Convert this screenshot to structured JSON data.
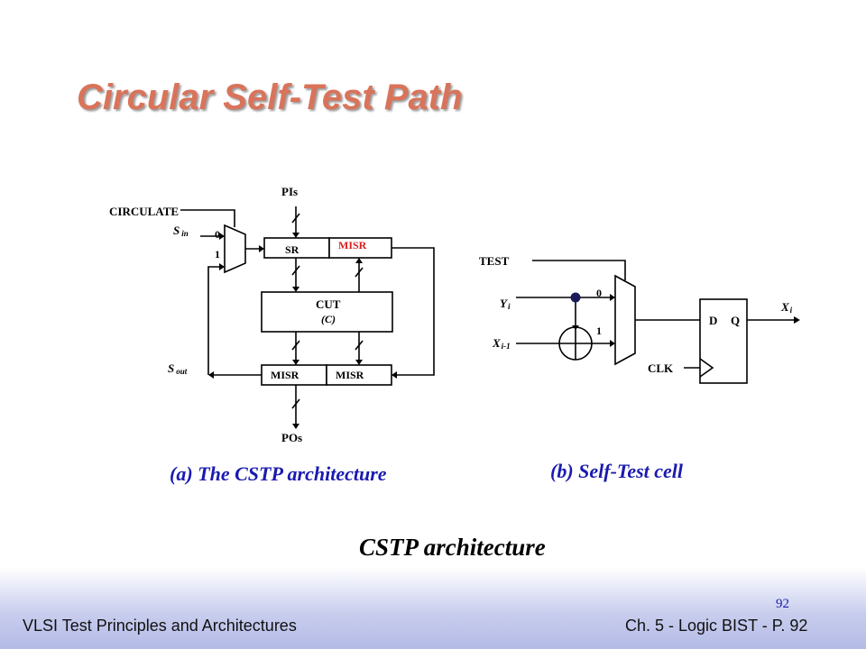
{
  "slide": {
    "title": "Circular Self-Test Path",
    "subtitle": "CSTP architecture",
    "page_marker": "92",
    "footer_left": "VLSI Test Principles and Architectures",
    "footer_right": "Ch. 5 - Logic BIST - P. 92"
  },
  "diagram_a": {
    "caption": "(a) The CSTP architecture",
    "label_pis": "PIs",
    "label_pos": "POs",
    "label_circulate": "CIRCULATE",
    "label_sin_main": "S",
    "label_sin_sub": "in",
    "label_sout_main": "S",
    "label_sout_sub": "out",
    "mux_in0": "0",
    "mux_in1": "1",
    "block_sr": "SR",
    "block_misr_top": "MISR",
    "block_cut": "CUT",
    "block_cut_sub": "(C)",
    "block_misr_bl": "MISR",
    "block_misr_br": "MISR",
    "misr_top_color": "#d81e1e"
  },
  "diagram_b": {
    "caption": "(b) Self-Test cell",
    "label_test": "TEST",
    "label_yi_main": "Y",
    "label_yi_sub": "i",
    "label_xim1_main": "X",
    "label_xim1_sub": "i-1",
    "mux_in0": "0",
    "mux_in1": "1",
    "label_clk": "CLK",
    "ff_d": "D",
    "ff_q": "Q",
    "label_xi_main": "X",
    "label_xi_sub": "i"
  },
  "colors": {
    "title": "#d9735a",
    "caption": "#1a1ab0"
  }
}
